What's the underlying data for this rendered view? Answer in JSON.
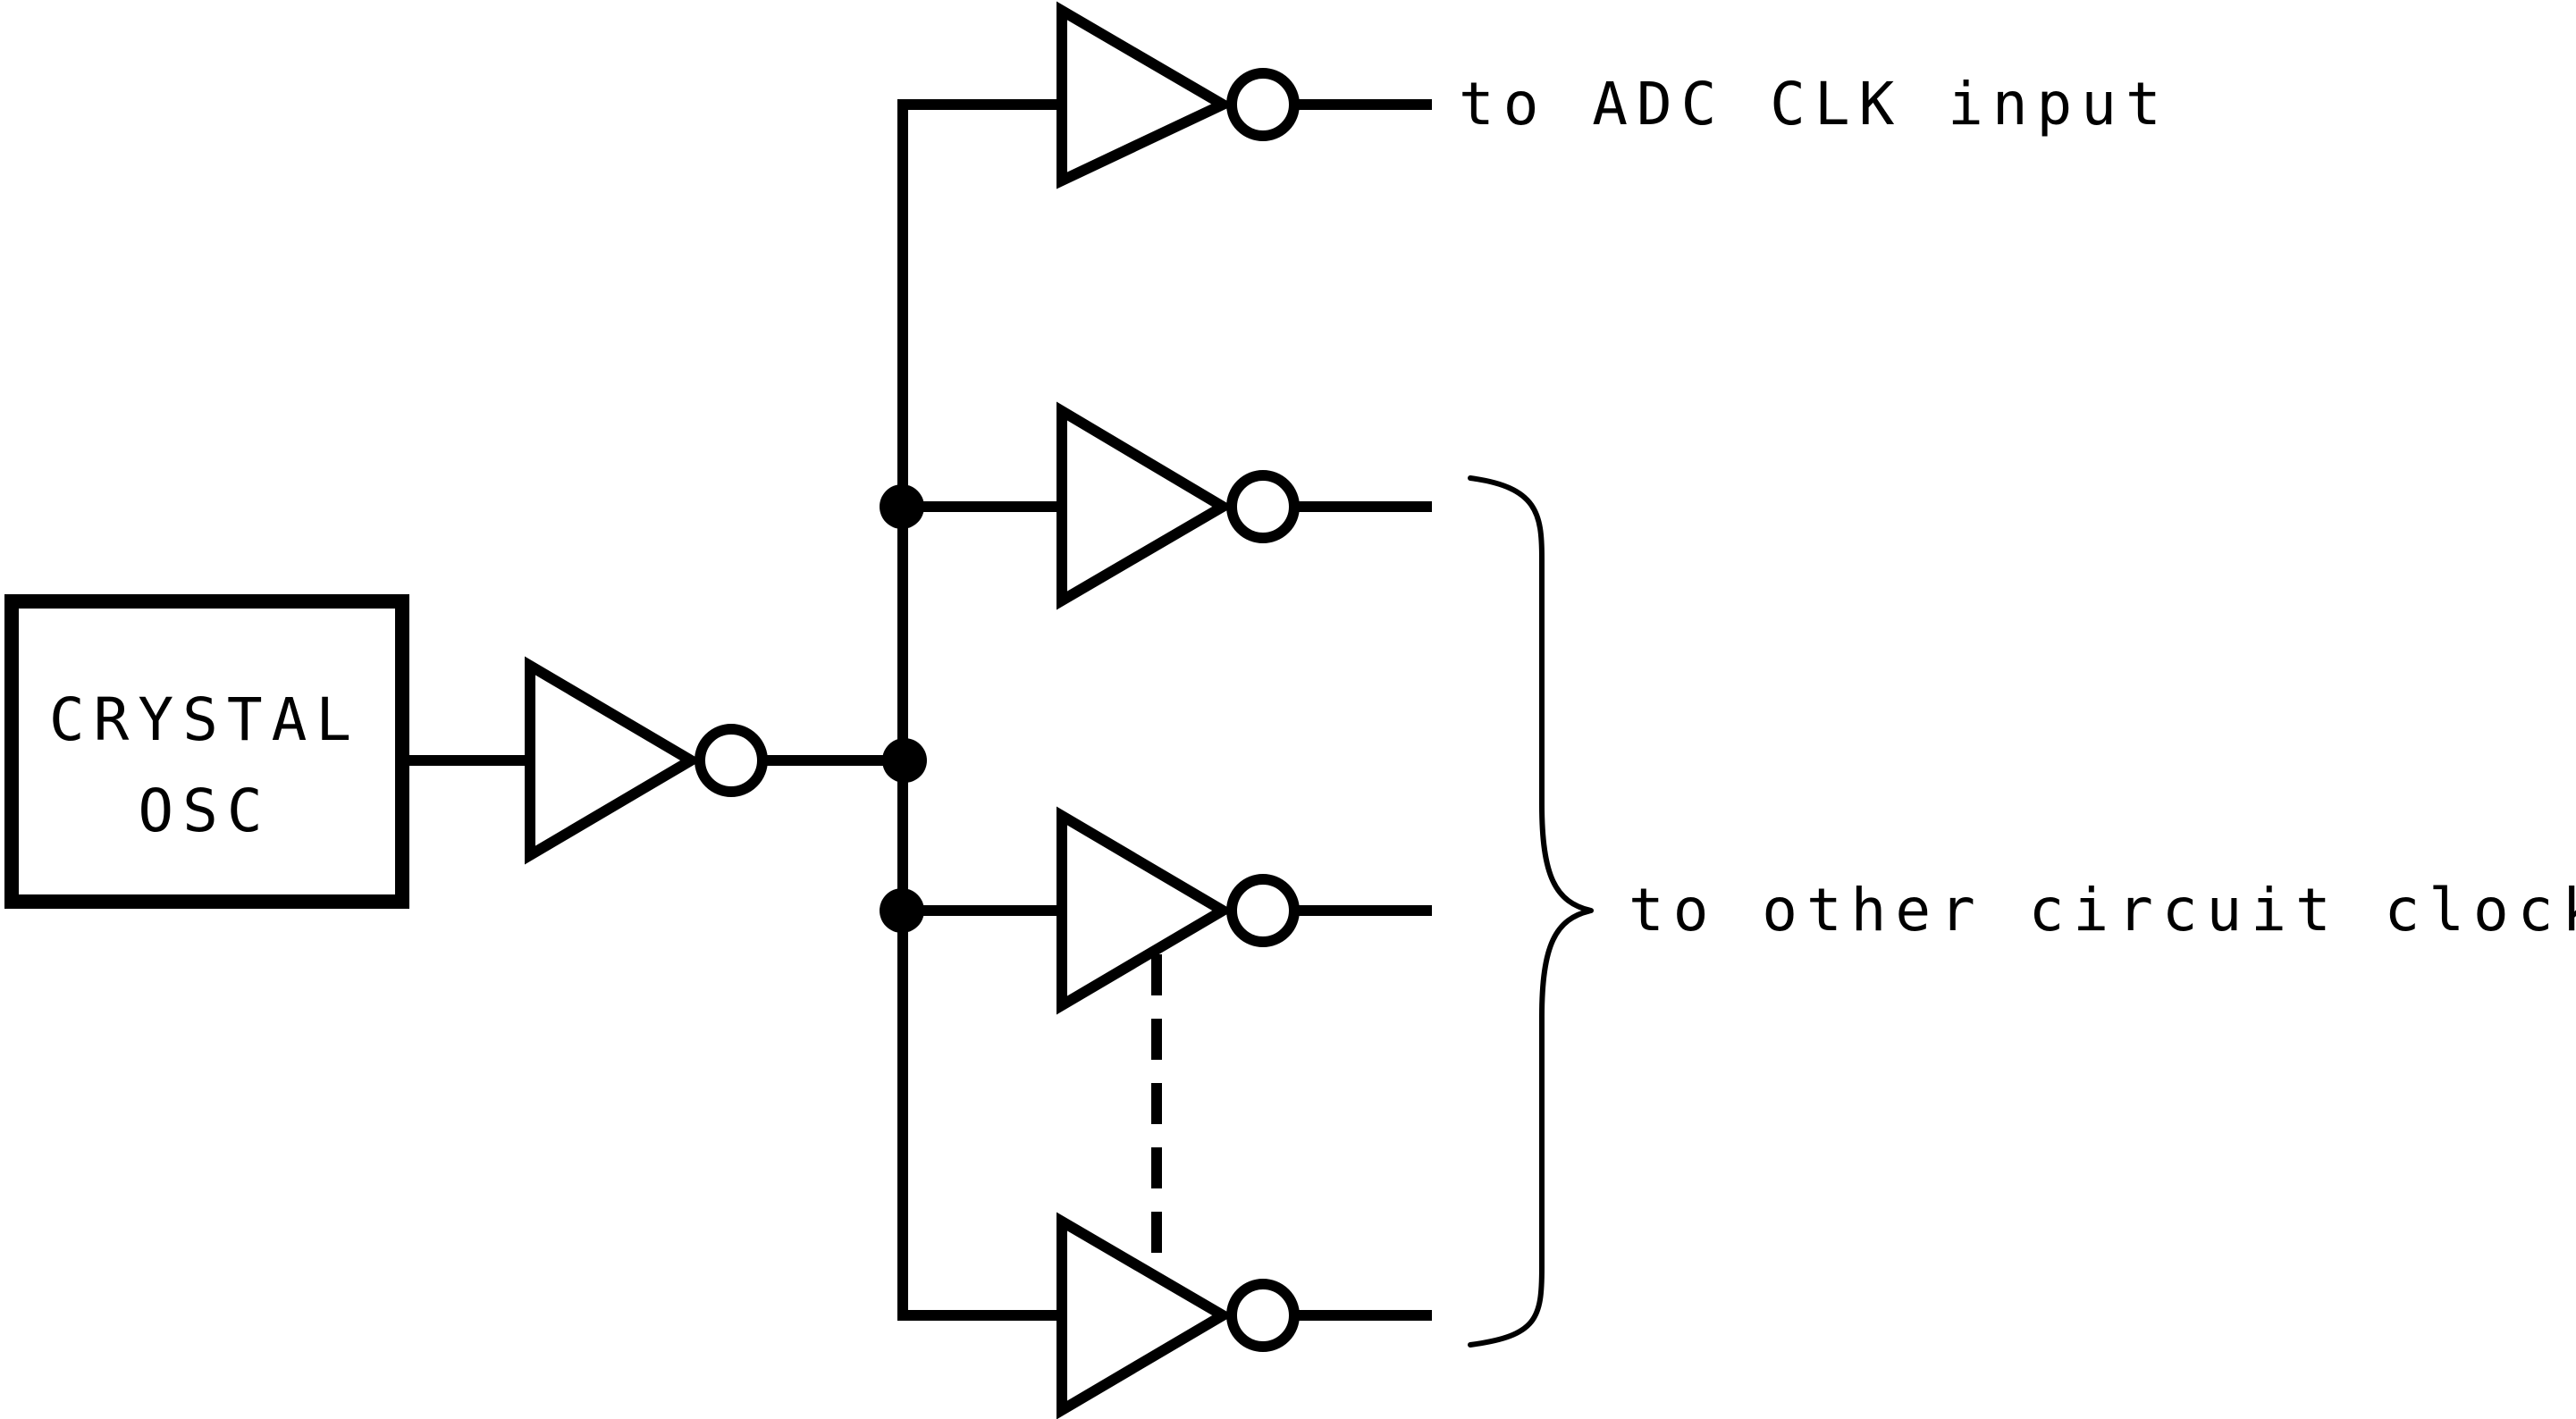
{
  "oscillator": {
    "line1": "CRYSTAL",
    "line2": "OSC"
  },
  "outputs": {
    "adc_label": "to ADC CLK input",
    "other_label": "to other circuit clock inputs"
  },
  "colors": {
    "ink": "#000000",
    "background": "#ffffff"
  }
}
